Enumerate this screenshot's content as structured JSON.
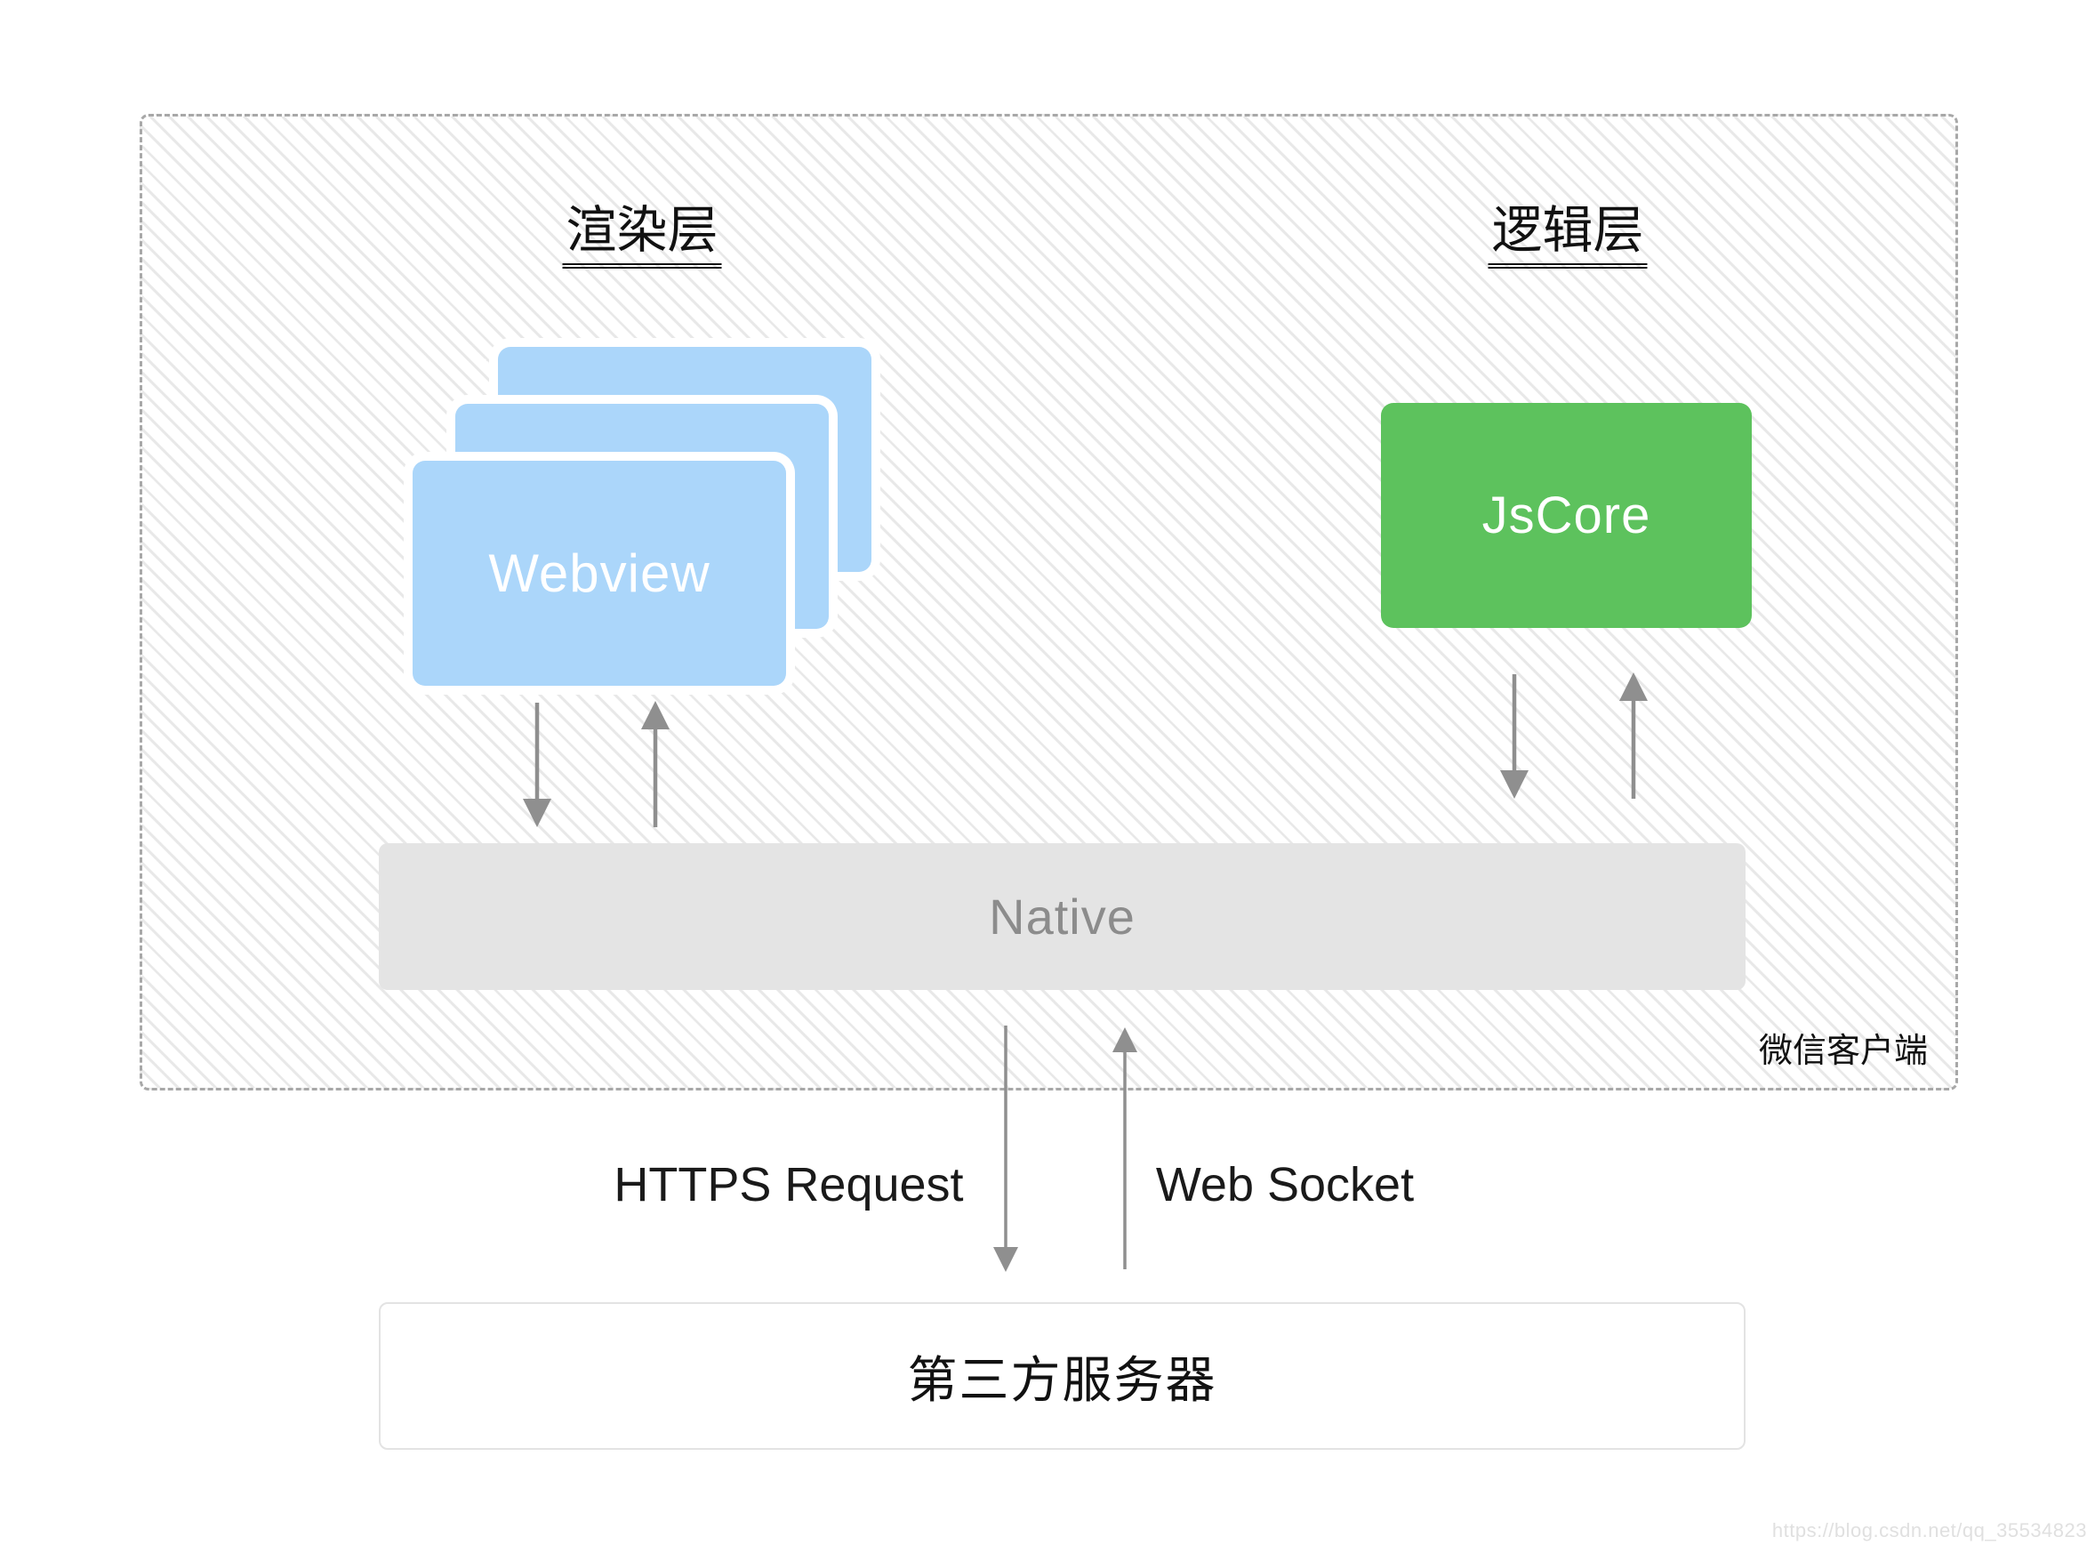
{
  "colors": {
    "blue": "#abd6fa",
    "green": "#5dc25d",
    "native_gray": "#e4e4e4",
    "native_text": "#8c8c8c",
    "arrow": "#8f8f8f",
    "hatch_line": "#e8e8e8",
    "dashed_border": "#a8a8a8",
    "server_border": "#e3e3e3",
    "text": "#111111",
    "watermark_text": "#e0e0e0"
  },
  "client": {
    "label": "微信客户端",
    "render_layer": {
      "title": "渲染层",
      "card_label": "Webview",
      "stack_count": 3
    },
    "logic_layer": {
      "title": "逻辑层",
      "box_label": "JsCore"
    },
    "native_label": "Native"
  },
  "connections": {
    "https_label": "HTTPS Request",
    "websocket_label": "Web Socket"
  },
  "server": {
    "label": "第三方服务器"
  },
  "watermark": "https://blog.csdn.net/qq_35534823"
}
